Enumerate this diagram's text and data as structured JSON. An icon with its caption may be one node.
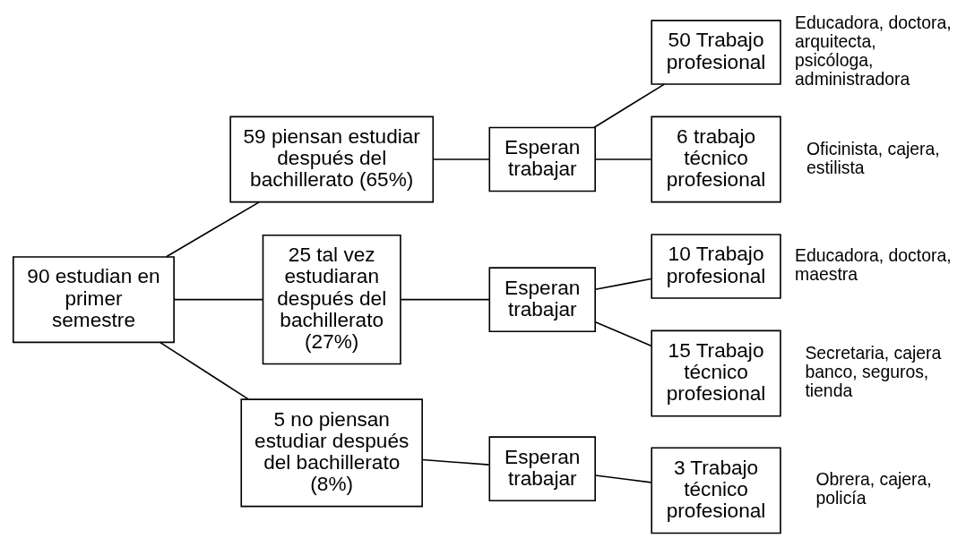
{
  "diagram": {
    "nodes": [
      {
        "text": [
          "90 estudian en primer semestre"
        ]
      },
      {
        "text": [
          "59 piensan estudiar después del bachillerato (65%)"
        ]
      },
      {
        "text": [
          "25 tal vez estudiaran después del bachillerato (27%)"
        ]
      },
      {
        "text": [
          "5 no piensan estudiar después del bachillerato (8%)"
        ]
      },
      {
        "text": [
          "Esperan trabajar"
        ]
      },
      {
        "text": [
          "Esperan trabajar"
        ]
      },
      {
        "text": [
          "Esperan trabajar"
        ]
      },
      {
        "text": [
          "50 Trabajo profesional"
        ],
        "beside": [
          "Educadora, doctora, arquitecta, psicóloga, administradora"
        ]
      },
      {
        "text": [
          "6 trabajo técnico profesional"
        ],
        "beside": [
          "Oficinista, cajera, estilista"
        ]
      },
      {
        "text": [
          "10 Trabajo profesional"
        ],
        "beside": [
          "Educadora, doctora, maestra"
        ]
      },
      {
        "text": [
          "15 Trabajo técnico profesional"
        ],
        "beside": [
          "Secretaria, cajera banco, seguros, tienda"
        ]
      },
      {
        "text": [
          "3 Trabajo técnico profesional"
        ],
        "beside": [
          "Obrera, cajera, policía"
        ]
      }
    ],
    "edges": [
      {
        "from": 0,
        "to": 1,
        "arrow": "none"
      },
      {
        "from": 0,
        "to": 2,
        "arrow": "none"
      },
      {
        "from": 0,
        "to": 3,
        "arrow": "none"
      },
      {
        "from": 1,
        "to": 4,
        "arrow": "none"
      },
      {
        "from": 2,
        "to": 5,
        "arrow": "none"
      },
      {
        "from": 3,
        "to": 6,
        "arrow": "none"
      },
      {
        "from": 4,
        "to": 7,
        "arrow": "none"
      },
      {
        "from": 4,
        "to": 8,
        "arrow": "none"
      },
      {
        "from": 5,
        "to": 9,
        "arrow": "none"
      },
      {
        "from": 5,
        "to": 10,
        "arrow": "none"
      },
      {
        "from": 6,
        "to": 11,
        "arrow": "none"
      }
    ]
  }
}
